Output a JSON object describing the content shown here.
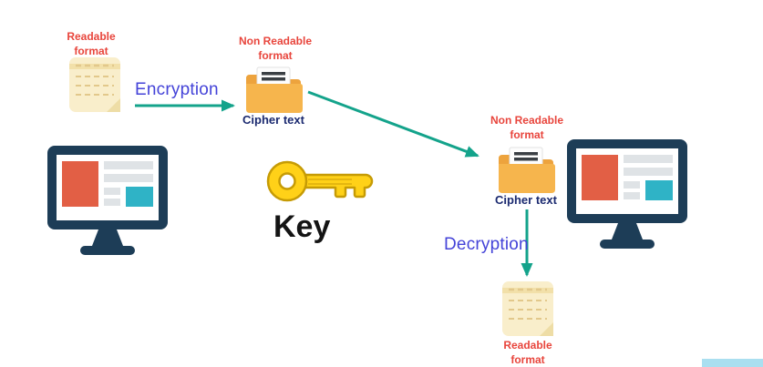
{
  "title": "Encryption and decryption flow diagram",
  "colors": {
    "label_red": "#e8453c",
    "process_blue": "#4443d8",
    "caption_navy": "#1b2a70",
    "arrow_teal": "#14a38b",
    "key_yellow": "#ffd118",
    "monitor_navy": "#1d3d57",
    "monitor_orange": "#e25f45",
    "monitor_teal": "#2fb3c6",
    "folder_orange": "#f6b54d",
    "notepad_yellow": "#f9eecb"
  },
  "flow": {
    "source_note_label": "Readable format",
    "encryption_label": "Encryption",
    "cipher1_format_label": "Non Readable format",
    "cipher1_caption": "Cipher text",
    "cipher2_format_label": "Non Readable format",
    "cipher2_caption": "Cipher text",
    "decryption_label": "Decryption",
    "dest_note_label": "Readable format",
    "key_label": "Key"
  },
  "icons": {
    "source_note": "notepad-icon",
    "cipher_folder_1": "folder-icon",
    "cipher_folder_2": "folder-icon",
    "dest_note": "notepad-icon",
    "left_computer": "computer-monitor-icon",
    "right_computer": "computer-monitor-icon",
    "key": "key-icon"
  }
}
